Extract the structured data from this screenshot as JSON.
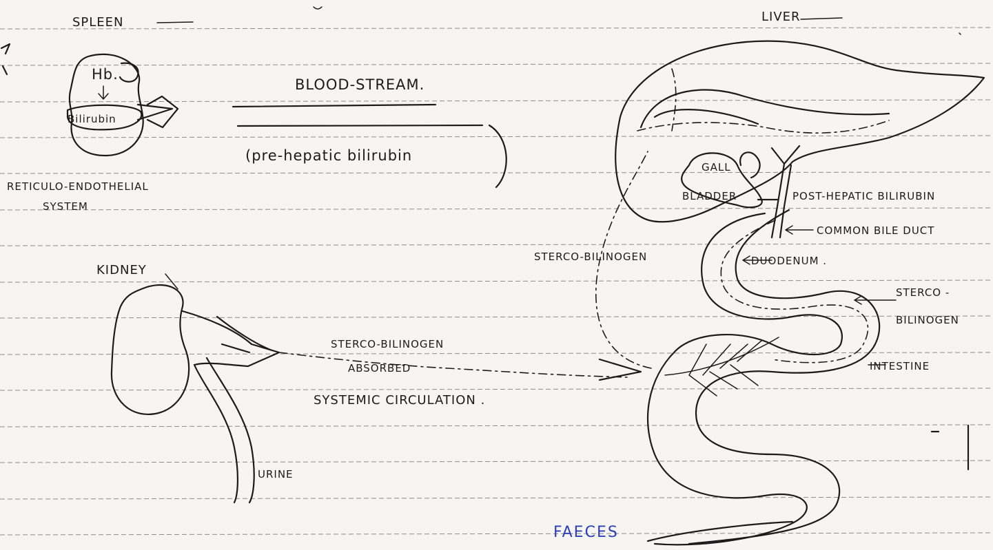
{
  "labels": {
    "spleen": "SPLEEN",
    "liver": "LIVER",
    "hb": "Hb.",
    "bilirubin": "Bilirubin",
    "blood_stream": "BLOOD-STREAM.",
    "pre_hepatic": "(pre-hepatic bilirubin",
    "reticulo_endothelial": "RETICULO-ENDOTHELIAL",
    "system": "SYSTEM",
    "gall": "GALL",
    "bladder": "BLADDER",
    "post_hepatic": "POST-HEPATIC BILIRUBIN",
    "common_bile_duct": "COMMON BILE DUCT",
    "kidney": "KIDNEY",
    "stercobilinogen_mid": "STERCO-BILINOGEN",
    "duodenum": "DUODENUM .",
    "sterco_right": "STERCO -",
    "bilinogen_right": "BILINOGEN",
    "stercobilinogen_absorbed": "STERCO-BILINOGEN",
    "absorbed": "ABSORBED",
    "intestine": "INTESTINE",
    "systemic_circulation": "SYSTEMIC CIRCULATION .",
    "urine": "URINE",
    "faeces": "FAECES"
  },
  "colors": {
    "ink": "#1b1b1b",
    "faeces_ink": "#2c3fb8",
    "paper": "#f6f5f1",
    "ruled_line": "#8c8c8c"
  }
}
